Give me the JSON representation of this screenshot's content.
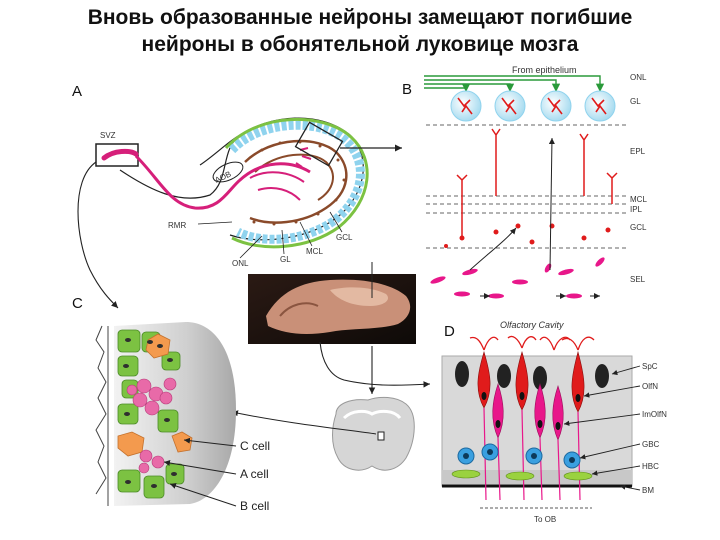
{
  "title": {
    "line1": "Вновь образованные нейроны замещают погибшие",
    "line2": "нейроны в обонятельной луковице  мозга"
  },
  "panels": {
    "a": {
      "letter": "A",
      "labels": {
        "svz": "SVZ",
        "aob": "AOB",
        "rmr": "RMR",
        "onl": "ONL",
        "gl": "GL",
        "mcl": "MCL",
        "gcl": "GCL"
      }
    },
    "b": {
      "letter": "B",
      "from_epithelium": "From epithelium",
      "layers": [
        "ONL",
        "GL",
        "EPL",
        "MCL",
        "IPL",
        "GCL",
        "SEL"
      ]
    },
    "c": {
      "letter": "C",
      "c_cell": "C cell",
      "a_cell": "A cell",
      "b_cell": "B cell"
    },
    "d": {
      "letter": "D",
      "olfactory_cavity": "Olfactory Cavity",
      "layers": [
        "SpC",
        "OlfN",
        "ImOlfN",
        "GBC",
        "HBC",
        "BM"
      ],
      "to_ob": "To OB"
    }
  },
  "colors": {
    "rms": "#d61f7a",
    "green_layer": "#7cc242",
    "blue_layer": "#8fd3ee",
    "brown": "#8a4a2a",
    "neuron_red": "#e01b1b",
    "neuron_pink": "#e8178a"
  }
}
